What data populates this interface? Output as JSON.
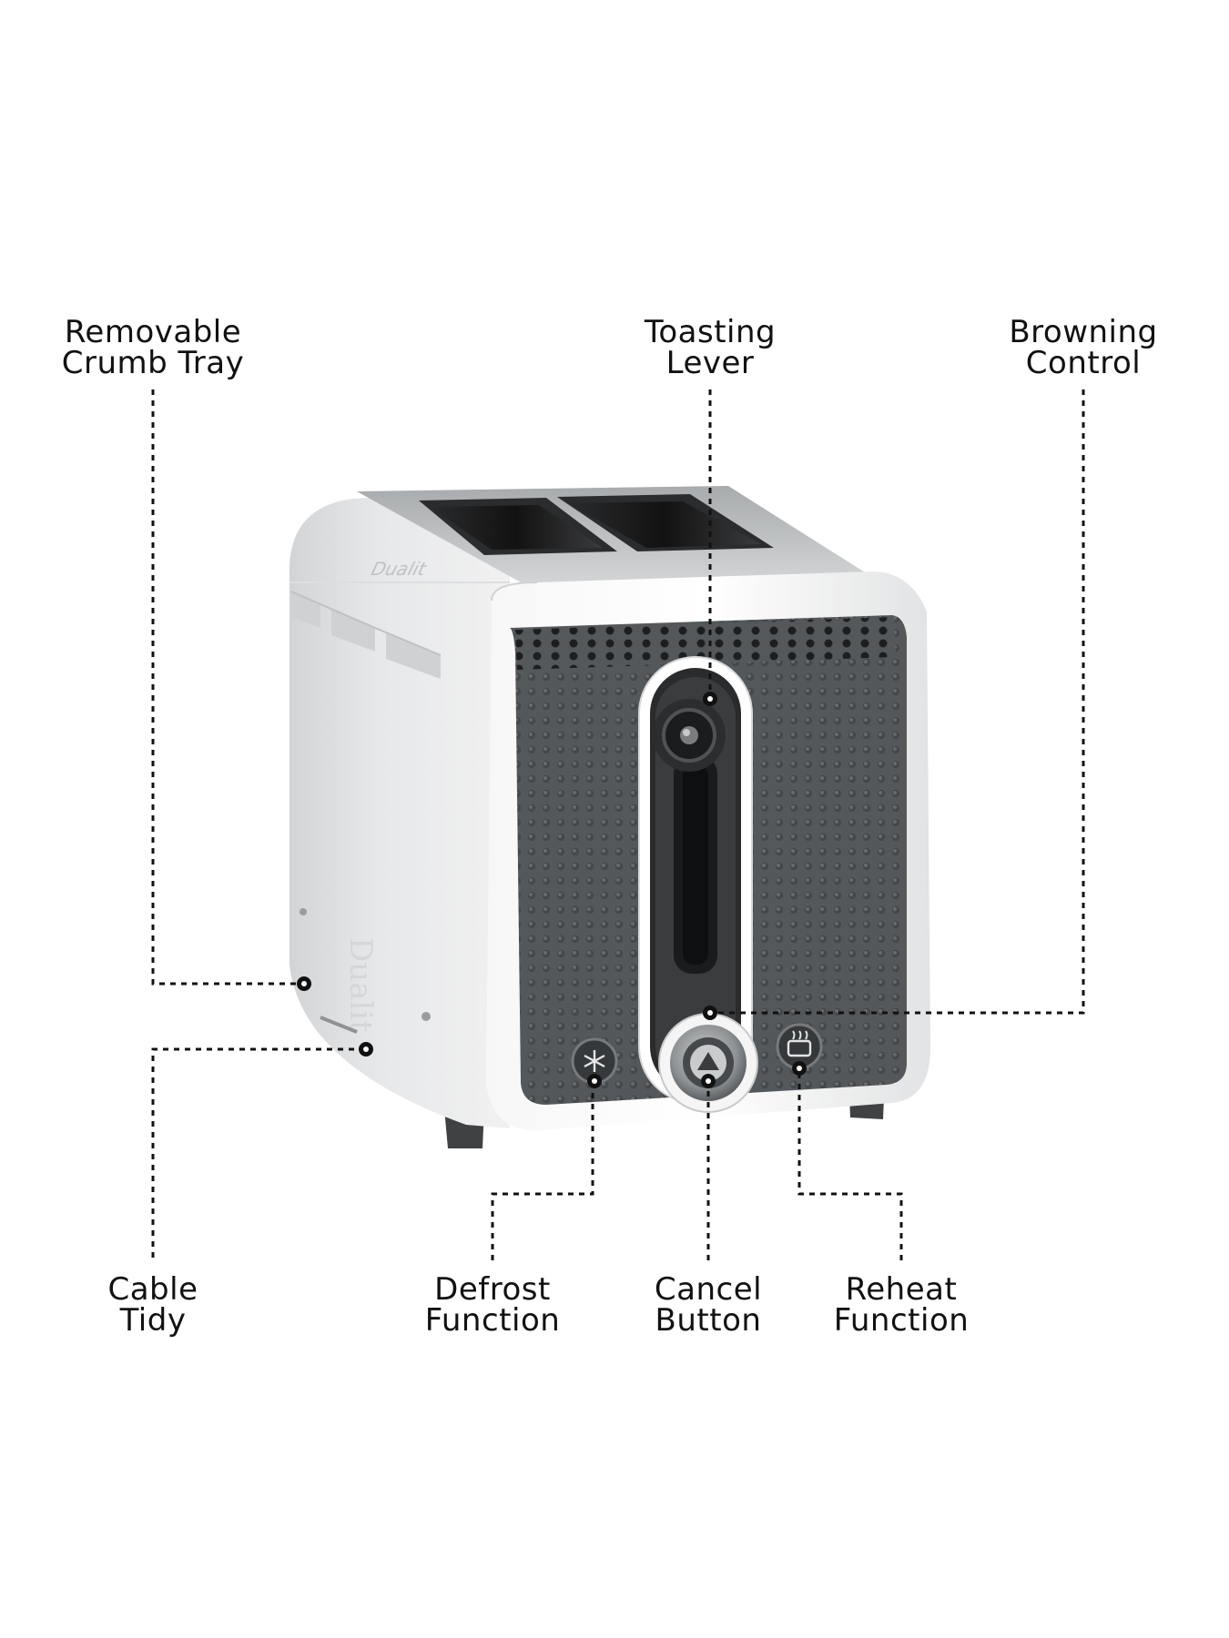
{
  "callouts": {
    "crumb_tray": {
      "line1": "Removable",
      "line2": "Crumb Tray"
    },
    "toasting_lever": {
      "line1": "Toasting",
      "line2": "Lever"
    },
    "browning_control": {
      "line1": "Browning",
      "line2": "Control"
    },
    "cable_tidy": {
      "line1": "Cable",
      "line2": "Tidy"
    },
    "defrost": {
      "line1": "Defrost",
      "line2": "Function"
    },
    "cancel": {
      "line1": "Cancel",
      "line2": "Button"
    },
    "reheat": {
      "line1": "Reheat",
      "line2": "Function"
    }
  },
  "product": {
    "brand_mark": "Dualit"
  },
  "colors": {
    "body": "#e6e6e6",
    "panel": "#55585a",
    "leader": "#111111"
  }
}
